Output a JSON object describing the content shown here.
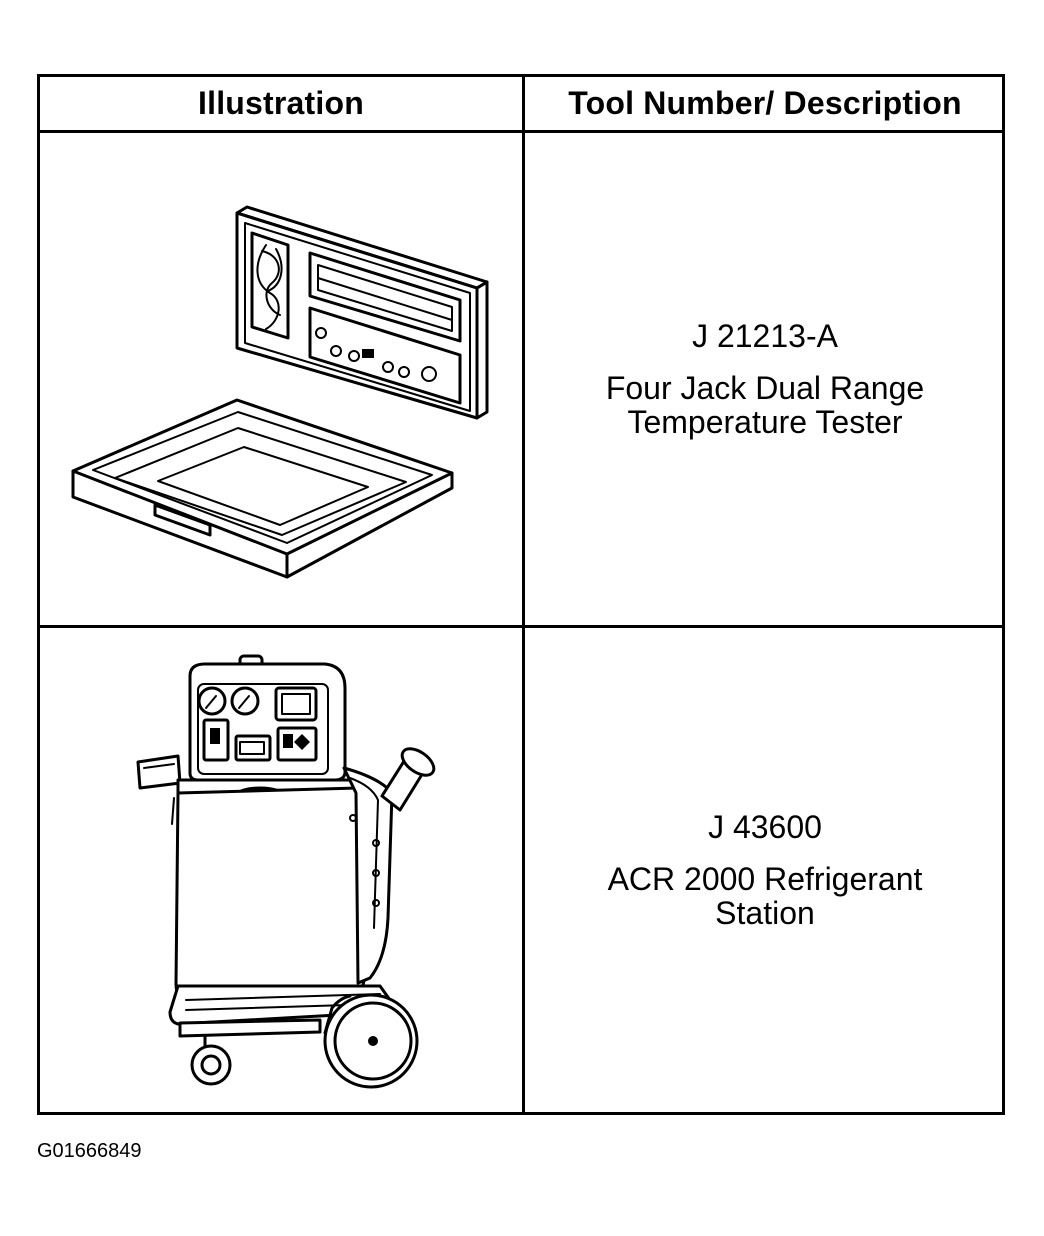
{
  "table": {
    "headers": {
      "illustration": "Illustration",
      "tool": "Tool Number/ Description"
    },
    "rows": [
      {
        "tool_number": "J 21213-A",
        "description": "Four Jack Dual Range\nTemperature Tester",
        "illustration": "temperature-tester-case-icon"
      },
      {
        "tool_number": "J 43600",
        "description": "ACR 2000 Refrigerant\nStation",
        "illustration": "refrigerant-station-cart-icon"
      }
    ]
  },
  "figure_id": "G01666849"
}
